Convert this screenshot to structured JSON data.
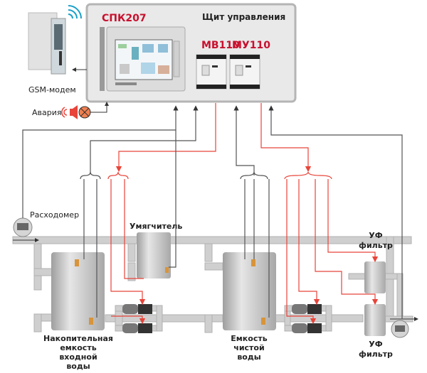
{
  "colors": {
    "control_line": "#555555",
    "output_line": "#e8443a",
    "pipe": "#c8c8c8",
    "tank": "#bdbdbd",
    "panel_bg": "#e9e9e9",
    "brand_red": "#c8102e"
  },
  "panel": {
    "title": "Щит управления",
    "controller_label": "СПК207",
    "module_1_label": "МВ110",
    "module_2_label": "МУ110"
  },
  "modem": {
    "label": "GSM-модем"
  },
  "alarm": {
    "label": "Авария"
  },
  "flowmeter": {
    "label": "Расходомер"
  },
  "softener": {
    "label": "Умягчитель"
  },
  "tank_input": {
    "label_lines": [
      "Накопительная",
      "емкость",
      "входной",
      "воды"
    ]
  },
  "tank_clean": {
    "label_lines": [
      "Емкость",
      "чистой",
      "воды"
    ]
  },
  "uv_filter_top": {
    "label_lines": [
      "УФ",
      "фильтр"
    ]
  },
  "uv_filter_bottom": {
    "label_lines": [
      "УФ",
      "фильтр"
    ]
  }
}
